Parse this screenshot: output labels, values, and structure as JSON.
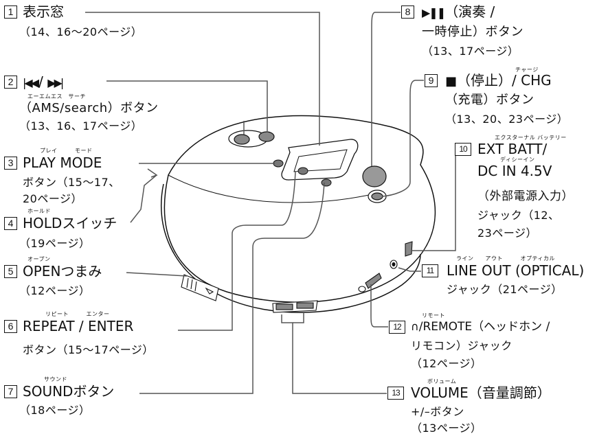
{
  "colors": {
    "line": "#555555",
    "ink": "#111111",
    "body": "#ffffff"
  },
  "icons": {
    "prev_next": "skip-prev-next-icon",
    "play_pause": "play-pause-icon",
    "stop": "stop-square-icon",
    "headphone": "headphone-icon"
  },
  "labels": [
    {
      "number": "1",
      "title": "表示窓",
      "sub": [
        "（14、16～20ページ）"
      ]
    },
    {
      "number": "2",
      "title": "/ ",
      "ruby": "エーエムエス　サーチ",
      "sub": [
        "（AMS/search）ボタン",
        "（13、16、17ページ）"
      ]
    },
    {
      "number": "3",
      "title": "PLAY MODE",
      "ruby": "プレイ　　　モード",
      "sub": [
        "ボタン（15～17、",
        "20ページ）"
      ]
    },
    {
      "number": "4",
      "title": "HOLDスイッチ",
      "ruby": "ホールド",
      "sub": [
        "（19ページ）"
      ]
    },
    {
      "number": "5",
      "title": "OPENつまみ",
      "ruby": "オープン",
      "sub": [
        "（12ページ）"
      ]
    },
    {
      "number": "6",
      "title": "REPEAT / ENTER",
      "ruby": "リピート　　　エンター",
      "sub": [
        "ボタン（15～17ページ）"
      ]
    },
    {
      "number": "7",
      "title": "SOUNDボタン",
      "ruby": "サウンド",
      "sub": [
        "（18ページ）"
      ]
    },
    {
      "number": "8",
      "title": "（演奏 /",
      "sub": [
        "一時停止）ボタン",
        "（13、17ページ）"
      ]
    },
    {
      "number": "9",
      "title": "（停止）/ CHG",
      "ruby": "チャージ",
      "sub": [
        "（充電）ボタン",
        "（13、20、23ページ）"
      ]
    },
    {
      "number": "10",
      "title": "EXT BATT/",
      "title2": "DC IN 4.5V",
      "ruby": "エクスターナル バッテリー",
      "ruby2": "ディシーイン",
      "sub": [
        "（外部電源入力）",
        "ジャック（12、",
        "23ページ）"
      ]
    },
    {
      "number": "11",
      "title": "LINE OUT (OPTICAL)",
      "ruby": "ライン　　アウト　　　オプティカル",
      "sub": [
        "ジャック（21ページ）"
      ]
    },
    {
      "number": "12",
      "title": "/REMOTE（ヘッドホン /",
      "ruby": "リモート",
      "sub": [
        "リモコン）ジャック",
        "（12ページ）"
      ]
    },
    {
      "number": "13",
      "title": "VOLUME（音量調節）",
      "ruby": "ボリューム",
      "sub": [
        "+/–ボタン",
        "（13ページ）"
      ]
    }
  ]
}
